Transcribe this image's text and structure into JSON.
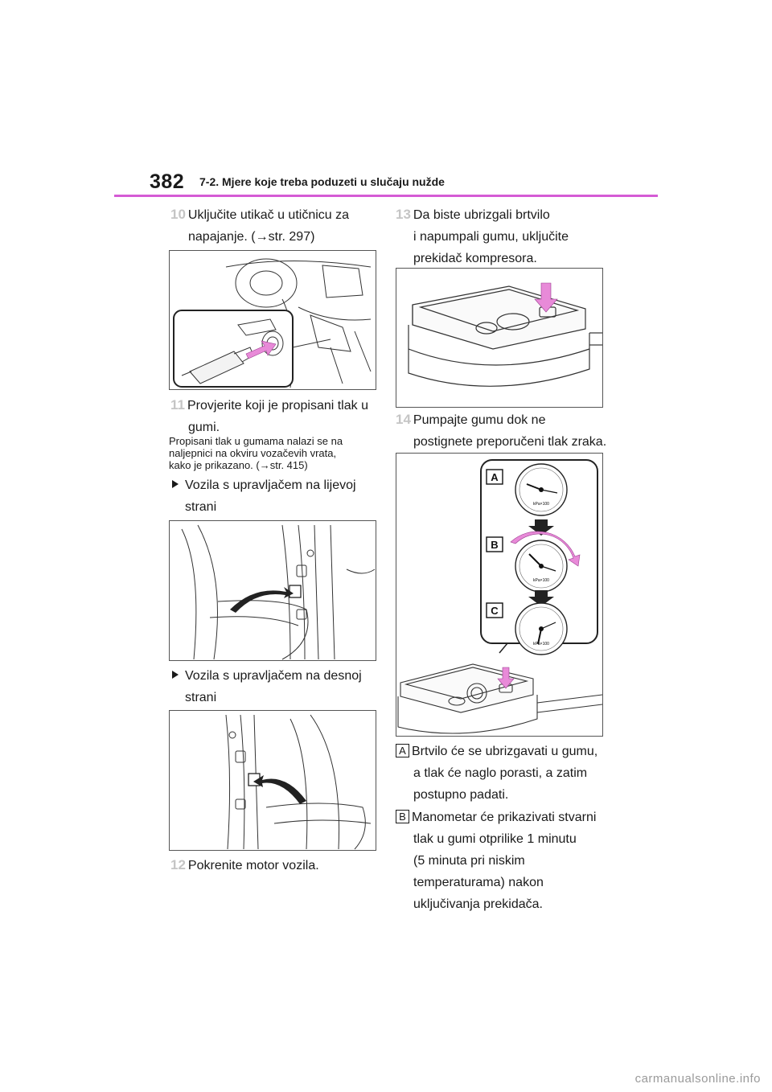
{
  "header": {
    "page_number": "382",
    "section_title": "7-2. Mjere koje treba poduzeti u slučaju nužde"
  },
  "left": {
    "step10": {
      "num": "10",
      "line1": "Uključite utikač u utičnicu za",
      "line2": "napajanje. (→str. 297)"
    },
    "step11": {
      "num": "11",
      "line1": "Provjerite koji je propisani tlak u",
      "line2": "gumi."
    },
    "note": {
      "line1": "Propisani tlak u gumama nalazi se na",
      "line2": "naljepnici na okviru vozačevih vrata,",
      "line3": "kako je prikazano. (→str. 415)"
    },
    "bullet_left": {
      "line1": "Vozila s upravljačem na lijevoj",
      "line2": "strani"
    },
    "bullet_right": {
      "line1": "Vozila s upravljačem na desnoj",
      "line2": "strani"
    },
    "step12": {
      "num": "12",
      "text": "Pokrenite motor vozila."
    }
  },
  "right": {
    "step13": {
      "num": "13",
      "line1": "Da biste ubrizgali brtvilo",
      "line2": "i napumpali gumu, uključite",
      "line3": "prekidač kompresora."
    },
    "step14": {
      "num": "14",
      "line1": "Pumpajte gumu dok ne",
      "line2": "postignete preporučeni tlak zraka."
    },
    "figure_labels": {
      "a": "A",
      "b": "B",
      "c": "C",
      "gauge_unit": "kPa×100"
    },
    "item_a": {
      "label": "A",
      "line1": "Brtvilo će se ubrizgavati u gumu,",
      "line2": "a tlak će naglo porasti, a zatim",
      "line3": "postupno padati."
    },
    "item_b": {
      "label": "B",
      "line1": "Manometar će prikazivati stvarni",
      "line2": "tlak u gumi otprilike 1 minutu",
      "line3": "(5 minuta pri niskim",
      "line4": "temperaturama) nakon",
      "line5": "uključivanja prekidača."
    }
  },
  "footer": {
    "watermark": "carmanualsonline.info"
  },
  "colors": {
    "accent_rule": "#d55bd5",
    "arrow_pink": "#e88ad8",
    "step_number_gray": "#c5c5c5"
  }
}
